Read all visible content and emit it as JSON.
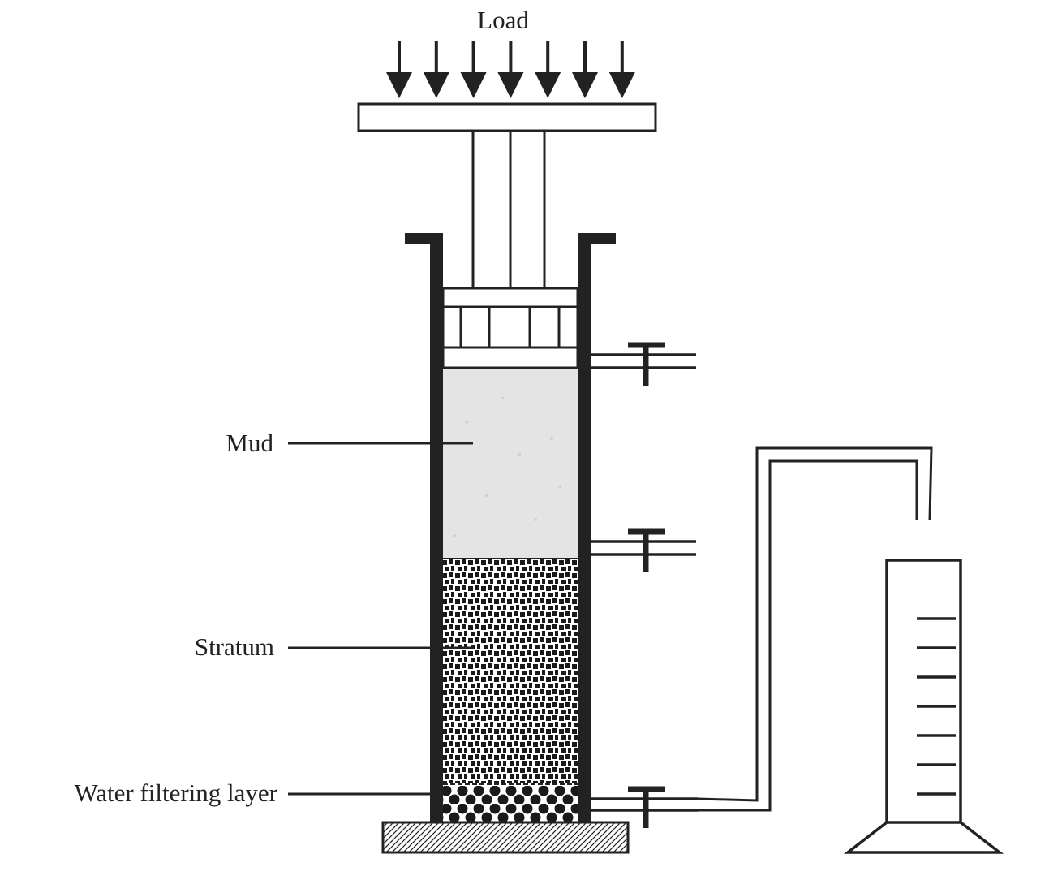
{
  "labels": {
    "load": "Load",
    "mud": "Mud",
    "stratum": "Stratum",
    "filter": "Water filtering layer"
  },
  "colors": {
    "ink": "#222222",
    "mud_fill": "#e4e4e4",
    "paper": "#ffffff"
  },
  "load_arrow_count": 7,
  "valve_count": 3,
  "cylinder_graduation_count": 7
}
